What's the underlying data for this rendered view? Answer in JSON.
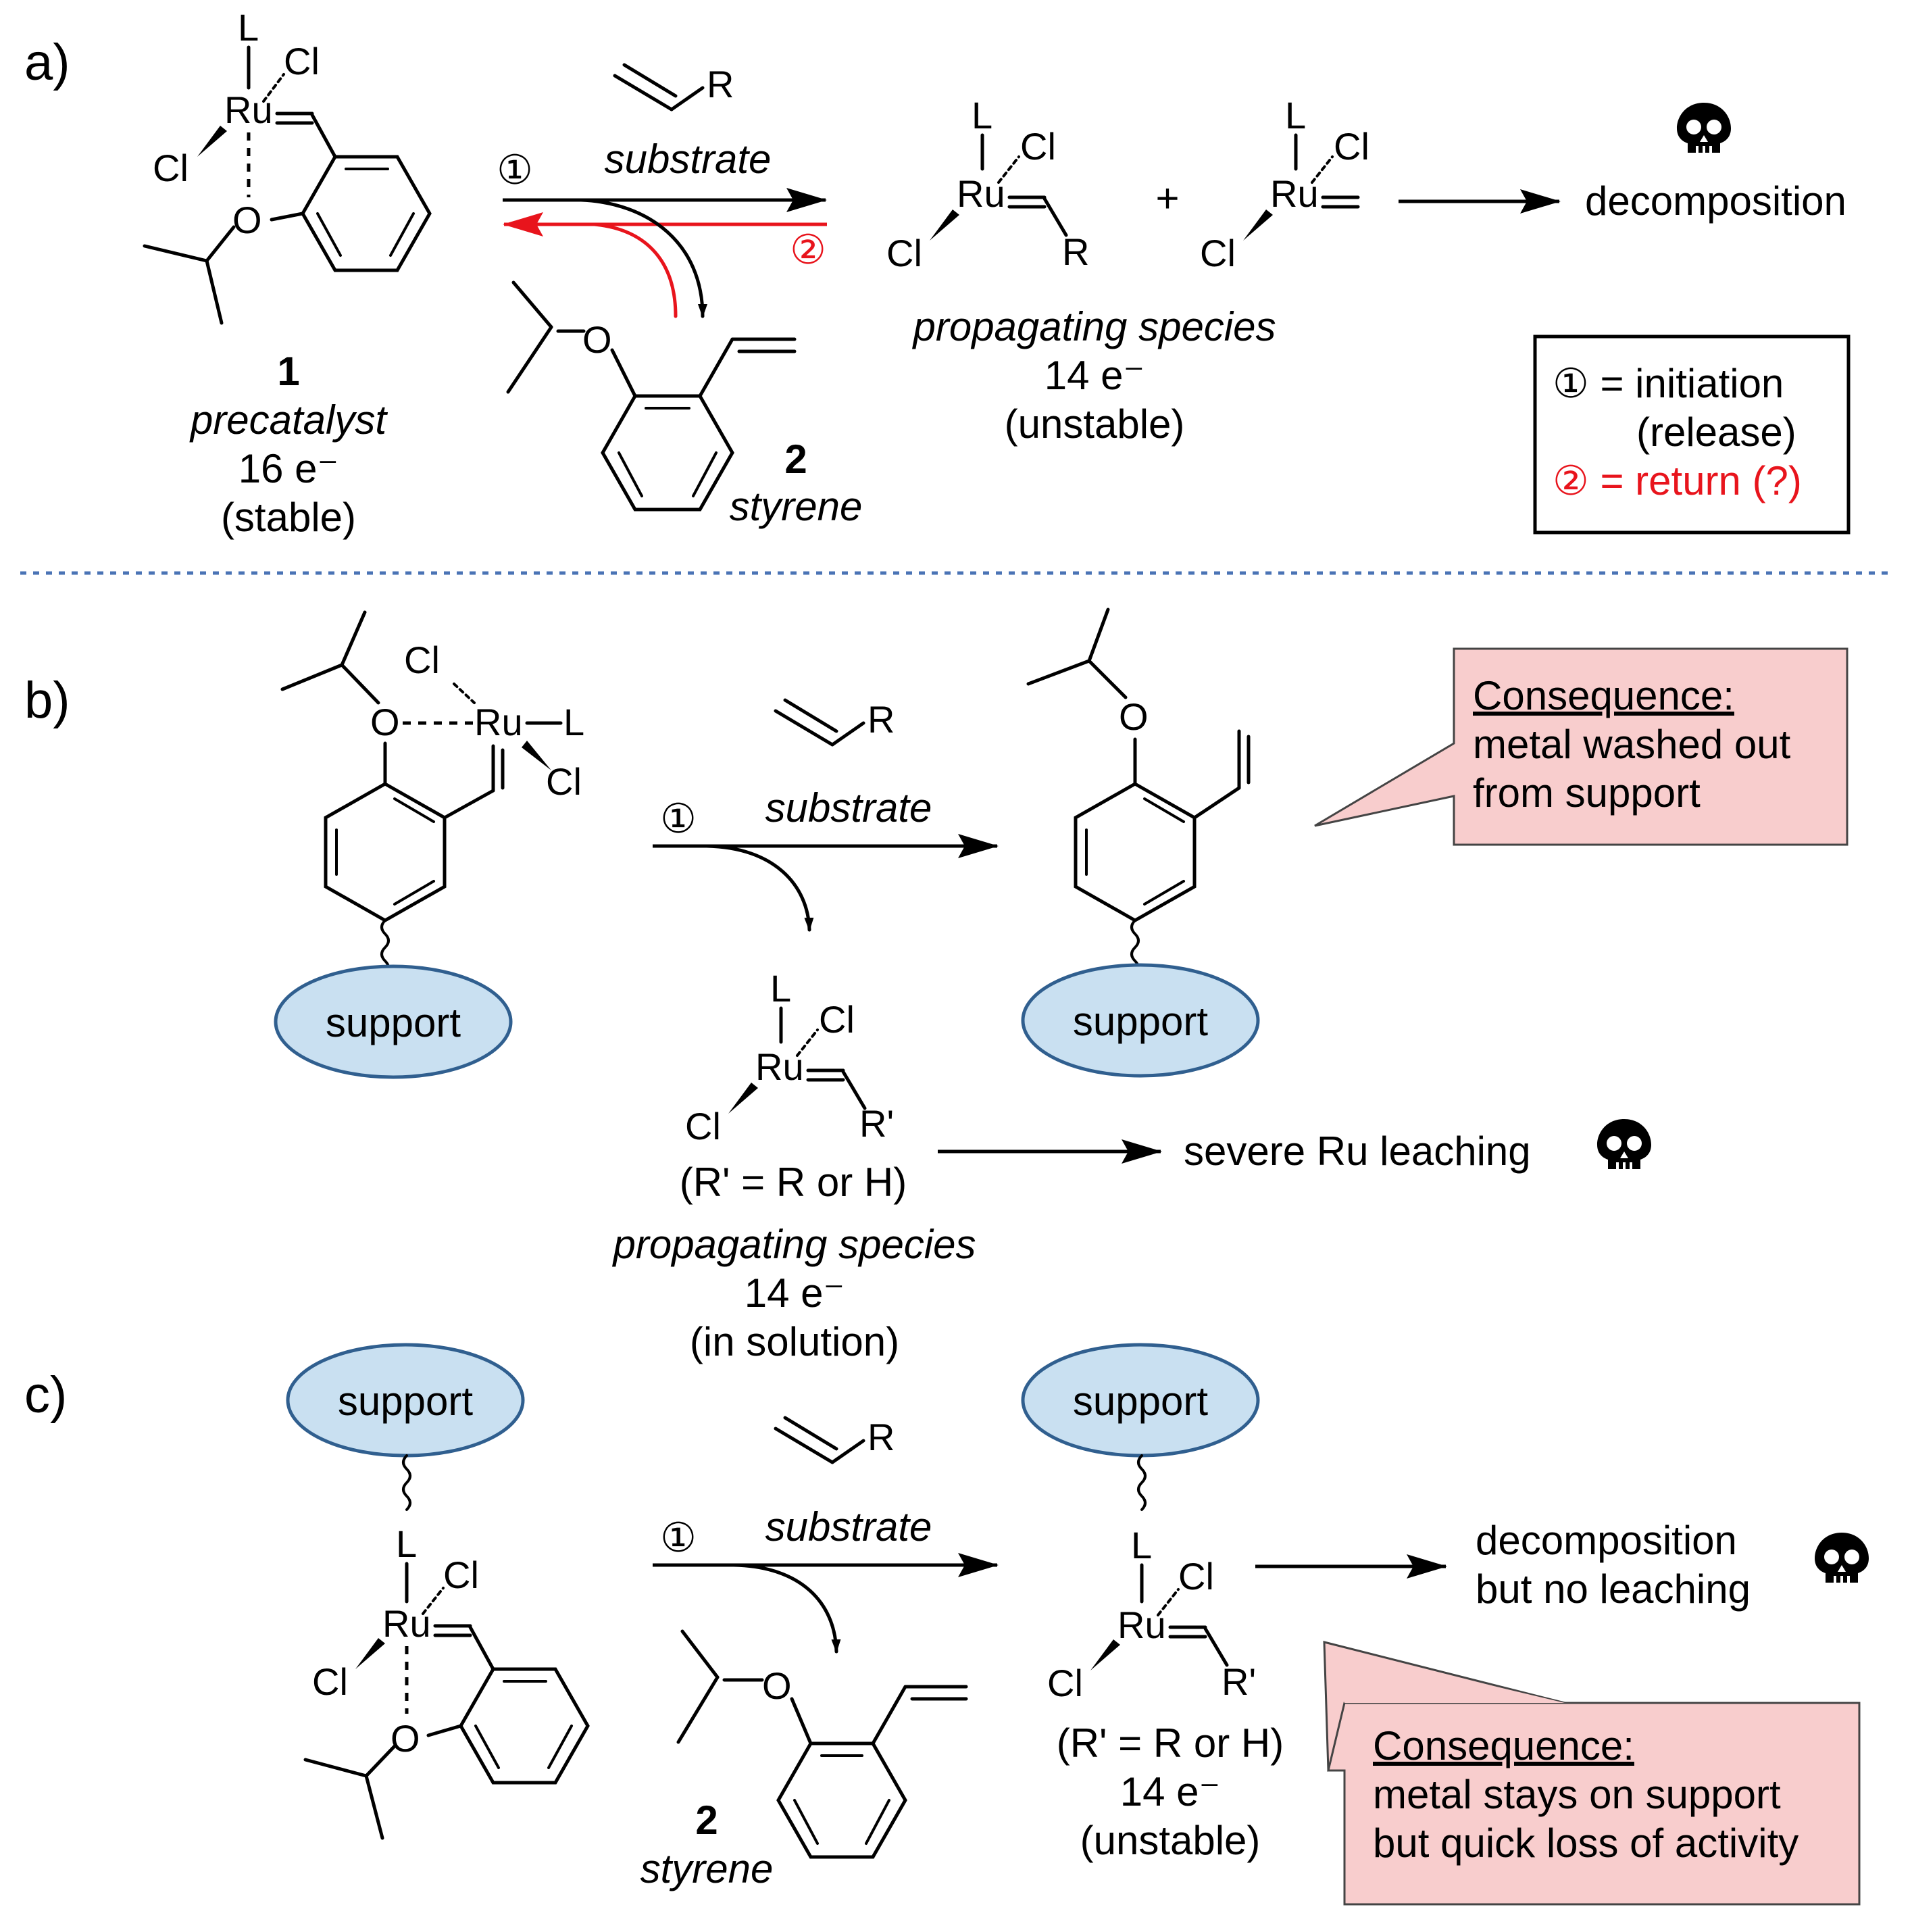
{
  "panels": {
    "a": {
      "label": "a)",
      "precatalyst": {
        "number": "1",
        "name": "precatalyst",
        "electrons": "16 e⁻",
        "stability": "(stable)"
      },
      "arrow_1": "①",
      "arrow_2": "②",
      "substrate": {
        "r": "R",
        "label": "substrate"
      },
      "styrene": {
        "number": "2",
        "name": "styrene"
      },
      "propagating": {
        "name": "propagating species",
        "electrons": "14 e⁻",
        "stability": "(unstable)"
      },
      "plus": "+",
      "outcome": "decomposition",
      "legend": {
        "line1": "① = initiation",
        "line2": "(release)",
        "line3": "② = return (?)"
      }
    },
    "b": {
      "label": "b)",
      "arrow_1": "①",
      "substrate": {
        "r": "R",
        "label": "substrate"
      },
      "support": "support",
      "callout": {
        "title": "Consequence:",
        "line1": "metal washed out",
        "line2": "from support"
      },
      "species": {
        "rprime": "R'",
        "note": "(R' = R or H)",
        "name": "propagating species",
        "electrons": "14 e⁻",
        "location": "(in solution)"
      },
      "outcome": "severe Ru leaching"
    },
    "c": {
      "label": "c)",
      "arrow_1": "①",
      "substrate": {
        "r": "R",
        "label": "substrate"
      },
      "support": "support",
      "styrene": {
        "number": "2",
        "name": "styrene"
      },
      "species": {
        "rprime": "R'",
        "note": "(R' = R or H)",
        "electrons": "14 e⁻",
        "stability": "(unstable)"
      },
      "outcome": {
        "line1": "decomposition",
        "line2": "but no leaching"
      },
      "callout": {
        "title": "Consequence:",
        "line1": "metal stays on support",
        "line2": "but quick loss of activity"
      }
    }
  },
  "atoms": {
    "ru": "Ru",
    "l": "L",
    "cl": "Cl",
    "o": "O"
  },
  "colors": {
    "accent_red": "#e8141c",
    "support_fill": "#c9e0f1",
    "support_stroke": "#305f8f",
    "callout_fill": "#f8cdcd",
    "separator": "#4a73b5"
  },
  "icons": [
    "skull-icon"
  ]
}
